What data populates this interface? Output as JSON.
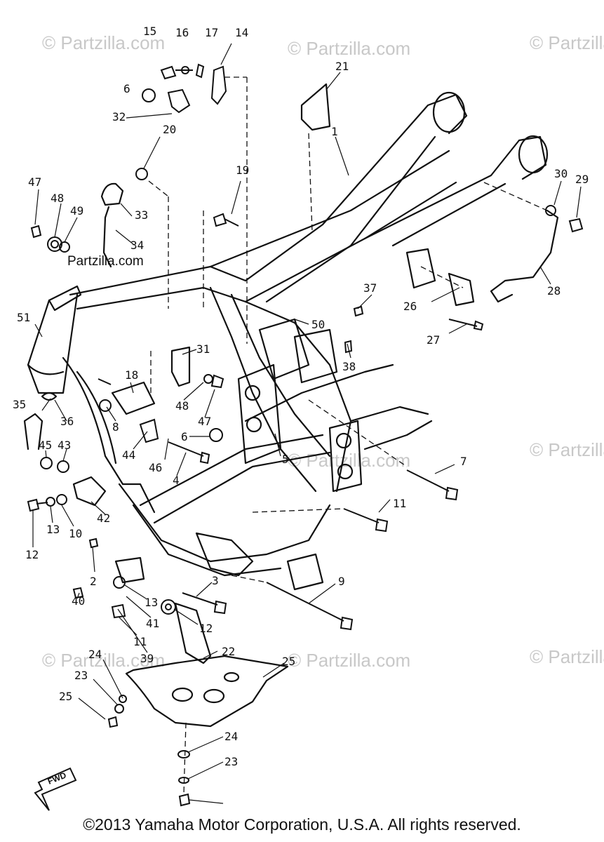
{
  "watermark": "© Partzilla.com",
  "logo": "Partzilla.com",
  "fwd_label": "FWD",
  "copyright": "©2013 Yamaha Motor Corporation, U.S.A. All rights reserved.",
  "callouts": [
    "15",
    "16",
    "17",
    "14",
    "21",
    "6",
    "32",
    "20",
    "1",
    "19",
    "47",
    "48",
    "49",
    "33",
    "34",
    "30",
    "29",
    "51",
    "37",
    "50",
    "28",
    "26",
    "31",
    "27",
    "18",
    "38",
    "35",
    "36",
    "48",
    "47",
    "8",
    "6",
    "45",
    "43",
    "44",
    "46",
    "5",
    "7",
    "4",
    "11",
    "12",
    "13",
    "10",
    "42",
    "2",
    "3",
    "9",
    "13",
    "41",
    "40",
    "12",
    "11",
    "39",
    "22",
    "25",
    "24",
    "23",
    "25",
    "24",
    "23"
  ]
}
